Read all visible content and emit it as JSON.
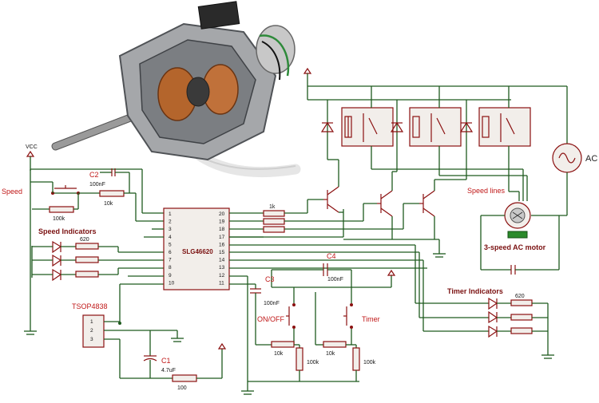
{
  "labels": {
    "vcc": "VCC",
    "speed": "Speed",
    "c2": "C2",
    "c2_value": "100nF",
    "r_speed_pull": "100k",
    "r_speed_series": "10k",
    "speed_indicators": "Speed Indicators",
    "r_speed_led": "620",
    "tsop": "TSOP4838",
    "tsop_pin1": "1",
    "tsop_pin2": "2",
    "tsop_pin3": "3",
    "c1": "C1",
    "c1_value": "4.7uF",
    "r_filter": "100",
    "chip": "SLG46620",
    "r_base": "1k",
    "c3": "C3",
    "c3_value": "100nF",
    "c4": "C4",
    "c4_value": "100nF",
    "onoff": "ON/OFF",
    "timer": "Timer",
    "r_onoff_series": "10k",
    "r_onoff_pull": "100k",
    "r_timer_series": "10k",
    "r_timer_pull": "100k",
    "timer_indicators": "Timer Indicators",
    "r_timer_led": "620",
    "speed_lines": "Speed lines",
    "motor": "3-speed AC motor",
    "ac": "AC"
  },
  "chip_pins_left": [
    "1",
    "2",
    "3",
    "4",
    "5",
    "6",
    "7",
    "8",
    "9",
    "10"
  ],
  "chip_pins_right": [
    "20",
    "19",
    "18",
    "17",
    "16",
    "15",
    "14",
    "13",
    "12",
    "11"
  ],
  "colors": {
    "wire": "#1e5a1e",
    "component": "#8b1010",
    "label": "#c01818"
  }
}
